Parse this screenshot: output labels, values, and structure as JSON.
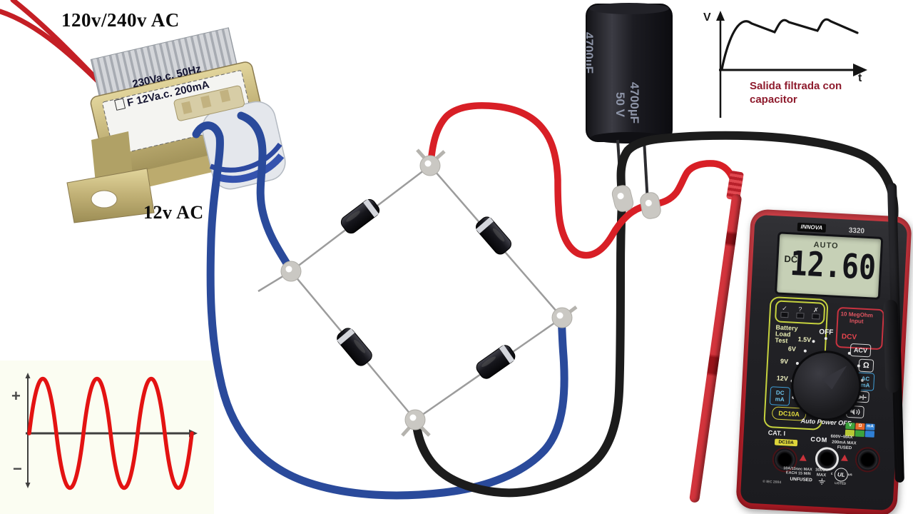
{
  "labels": {
    "primary": "120v/240v AC",
    "secondary": "12v AC"
  },
  "transformer": {
    "label_line1": "230Va.c. 50Hz",
    "label_line2": "F 12Va.c. 200mA"
  },
  "capacitor": {
    "value": "4700µF",
    "voltage": "50 V"
  },
  "wires": {
    "red": "#d81f26",
    "blue": "#2a4a9b",
    "black": "#1c1c1c"
  },
  "sine_graph": {
    "type": "line",
    "plus": "+",
    "minus": "−",
    "cycles": 3,
    "wave_color": "#e31312",
    "axis_color": "#3f3f3f"
  },
  "filtered_graph": {
    "type": "line",
    "v_label": "V",
    "t_label": "t",
    "caption_line1": "Salida filtrada con",
    "caption_line2": "capacitor",
    "ripple_peaks": 3,
    "curve_color": "#141414",
    "caption_color": "#8e1b2d"
  },
  "multimeter": {
    "brand": "INNOVA",
    "model": "3320",
    "display": {
      "mode": "DC",
      "auto": "AUTO",
      "value": "12.60"
    },
    "indicators": {
      "check": "✓",
      "question": "?",
      "cross": "✗"
    },
    "dial": {
      "off": "OFF",
      "battery_line1": "Battery",
      "battery_line2": "Load",
      "battery_line3": "Test",
      "steps": [
        "1.5V",
        "6V",
        "9V",
        "12V"
      ],
      "dc_ma_line1": "DC",
      "dc_ma_line2": "mA",
      "dc10a": "DC10A",
      "input_line1": "10 MegOhm",
      "input_line2": "Input",
      "dcv": "DCV",
      "acv": "ACV",
      "ohm": "Ω",
      "ac_ma_line1": "AC",
      "ac_ma_line2": "mA"
    },
    "bottom": {
      "auto_power_off": "Auto Power OFF",
      "cat": "CAT. I",
      "dc10a_badge": "DC10A",
      "com": "COM",
      "max600": "600V~MAX",
      "max200": "200mA MAX",
      "fused": "FUSED",
      "max10_line1": "10A/15sec MAX",
      "max10_line2": "EACH 15 MIN",
      "unfused": "UNFUSED",
      "max300_line1": "300V=",
      "max300_line2": "MAX",
      "ul": "UL",
      "ul_left": "c",
      "ul_right": "us",
      "ul_listed": "LISTED",
      "iec": "© IEC 2004",
      "legend": [
        "V",
        "Ω",
        "mA"
      ]
    },
    "colors": {
      "body": "#d1333b",
      "face": "#232327",
      "lcd": "#c6d0b6"
    }
  }
}
